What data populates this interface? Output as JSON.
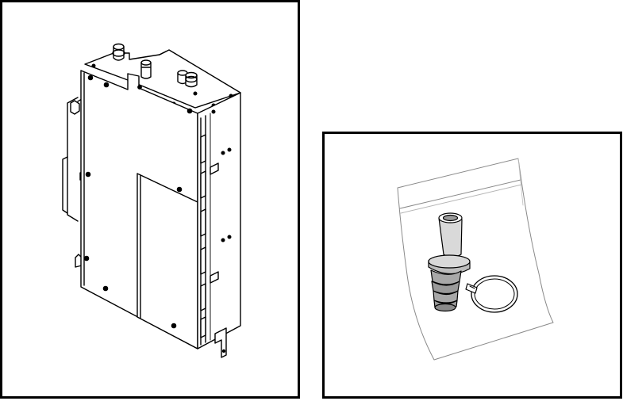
{
  "figure": {
    "panels": [
      {
        "id": "left",
        "depicts": "unit-housing-isometric"
      },
      {
        "id": "right",
        "depicts": "accessory-bag-hose-connector-and-clamp"
      }
    ],
    "colors": {
      "line": "#000000",
      "fill": "#ffffff",
      "shade": "#d9d9d9",
      "dark": "#7a7a7a"
    }
  }
}
